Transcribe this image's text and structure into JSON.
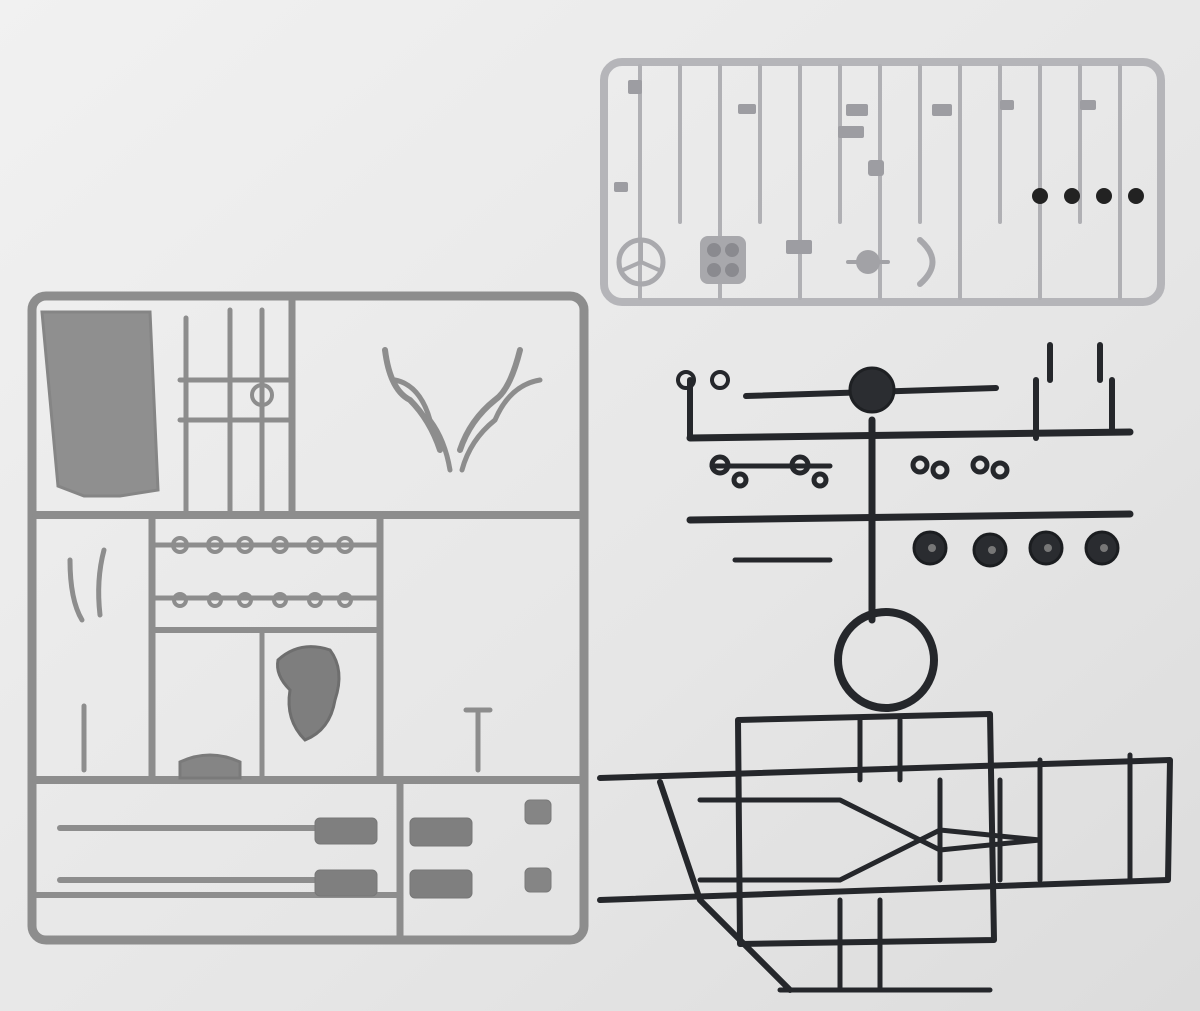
{
  "photo": {
    "subject": "model-kit-sprues",
    "background_color": "#e8e8e8",
    "parts": [
      {
        "id": "chrome-sprue",
        "material": "chrome",
        "color": "#c9c9cc"
      },
      {
        "id": "gray-sprue",
        "material": "gray-plastic",
        "color": "#8e8e8e"
      },
      {
        "id": "black-sprue",
        "material": "black-plastic",
        "color": "#2a2c30"
      }
    ]
  }
}
